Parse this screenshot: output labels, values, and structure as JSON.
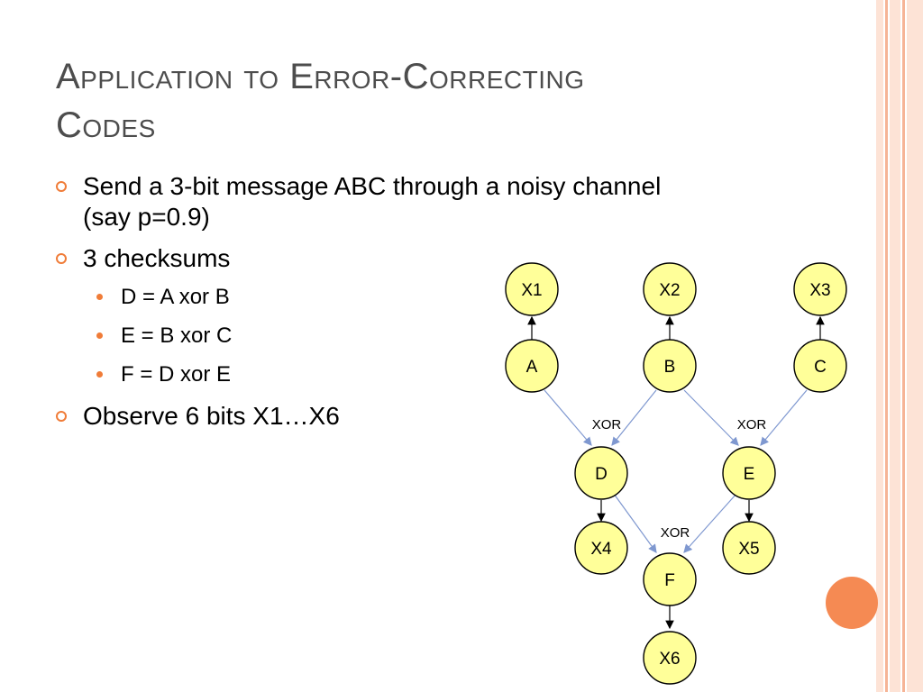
{
  "slide": {
    "title_line1": "Application to Error-Correcting",
    "title_line2": "Codes",
    "bullets": [
      {
        "text_line1": "Send a 3-bit message ABC through a noisy channel",
        "text_line2": "(say p=0.9)"
      },
      {
        "text": "3 checksums"
      },
      {
        "text": "Observe 6 bits X1…X6"
      }
    ],
    "subbullets": [
      {
        "text": "D = A xor B"
      },
      {
        "text": "E = B xor C"
      },
      {
        "text": "F = D xor E"
      }
    ]
  },
  "diagram": {
    "nodes": {
      "X1": "X1",
      "X2": "X2",
      "X3": "X3",
      "A": "A",
      "B": "B",
      "C": "C",
      "D": "D",
      "E": "E",
      "X4": "X4",
      "X5": "X5",
      "F": "F",
      "X6": "X6"
    },
    "xor_labels": [
      "XOR",
      "XOR",
      "XOR"
    ]
  },
  "colors": {
    "title": "#4d4d4d",
    "accent": "#f07c38",
    "node_fill": "#ffff99",
    "blue_edge": "#7f98d0",
    "stripe_pale": "#fde3d6",
    "stripe_mid": "#f6b496"
  }
}
